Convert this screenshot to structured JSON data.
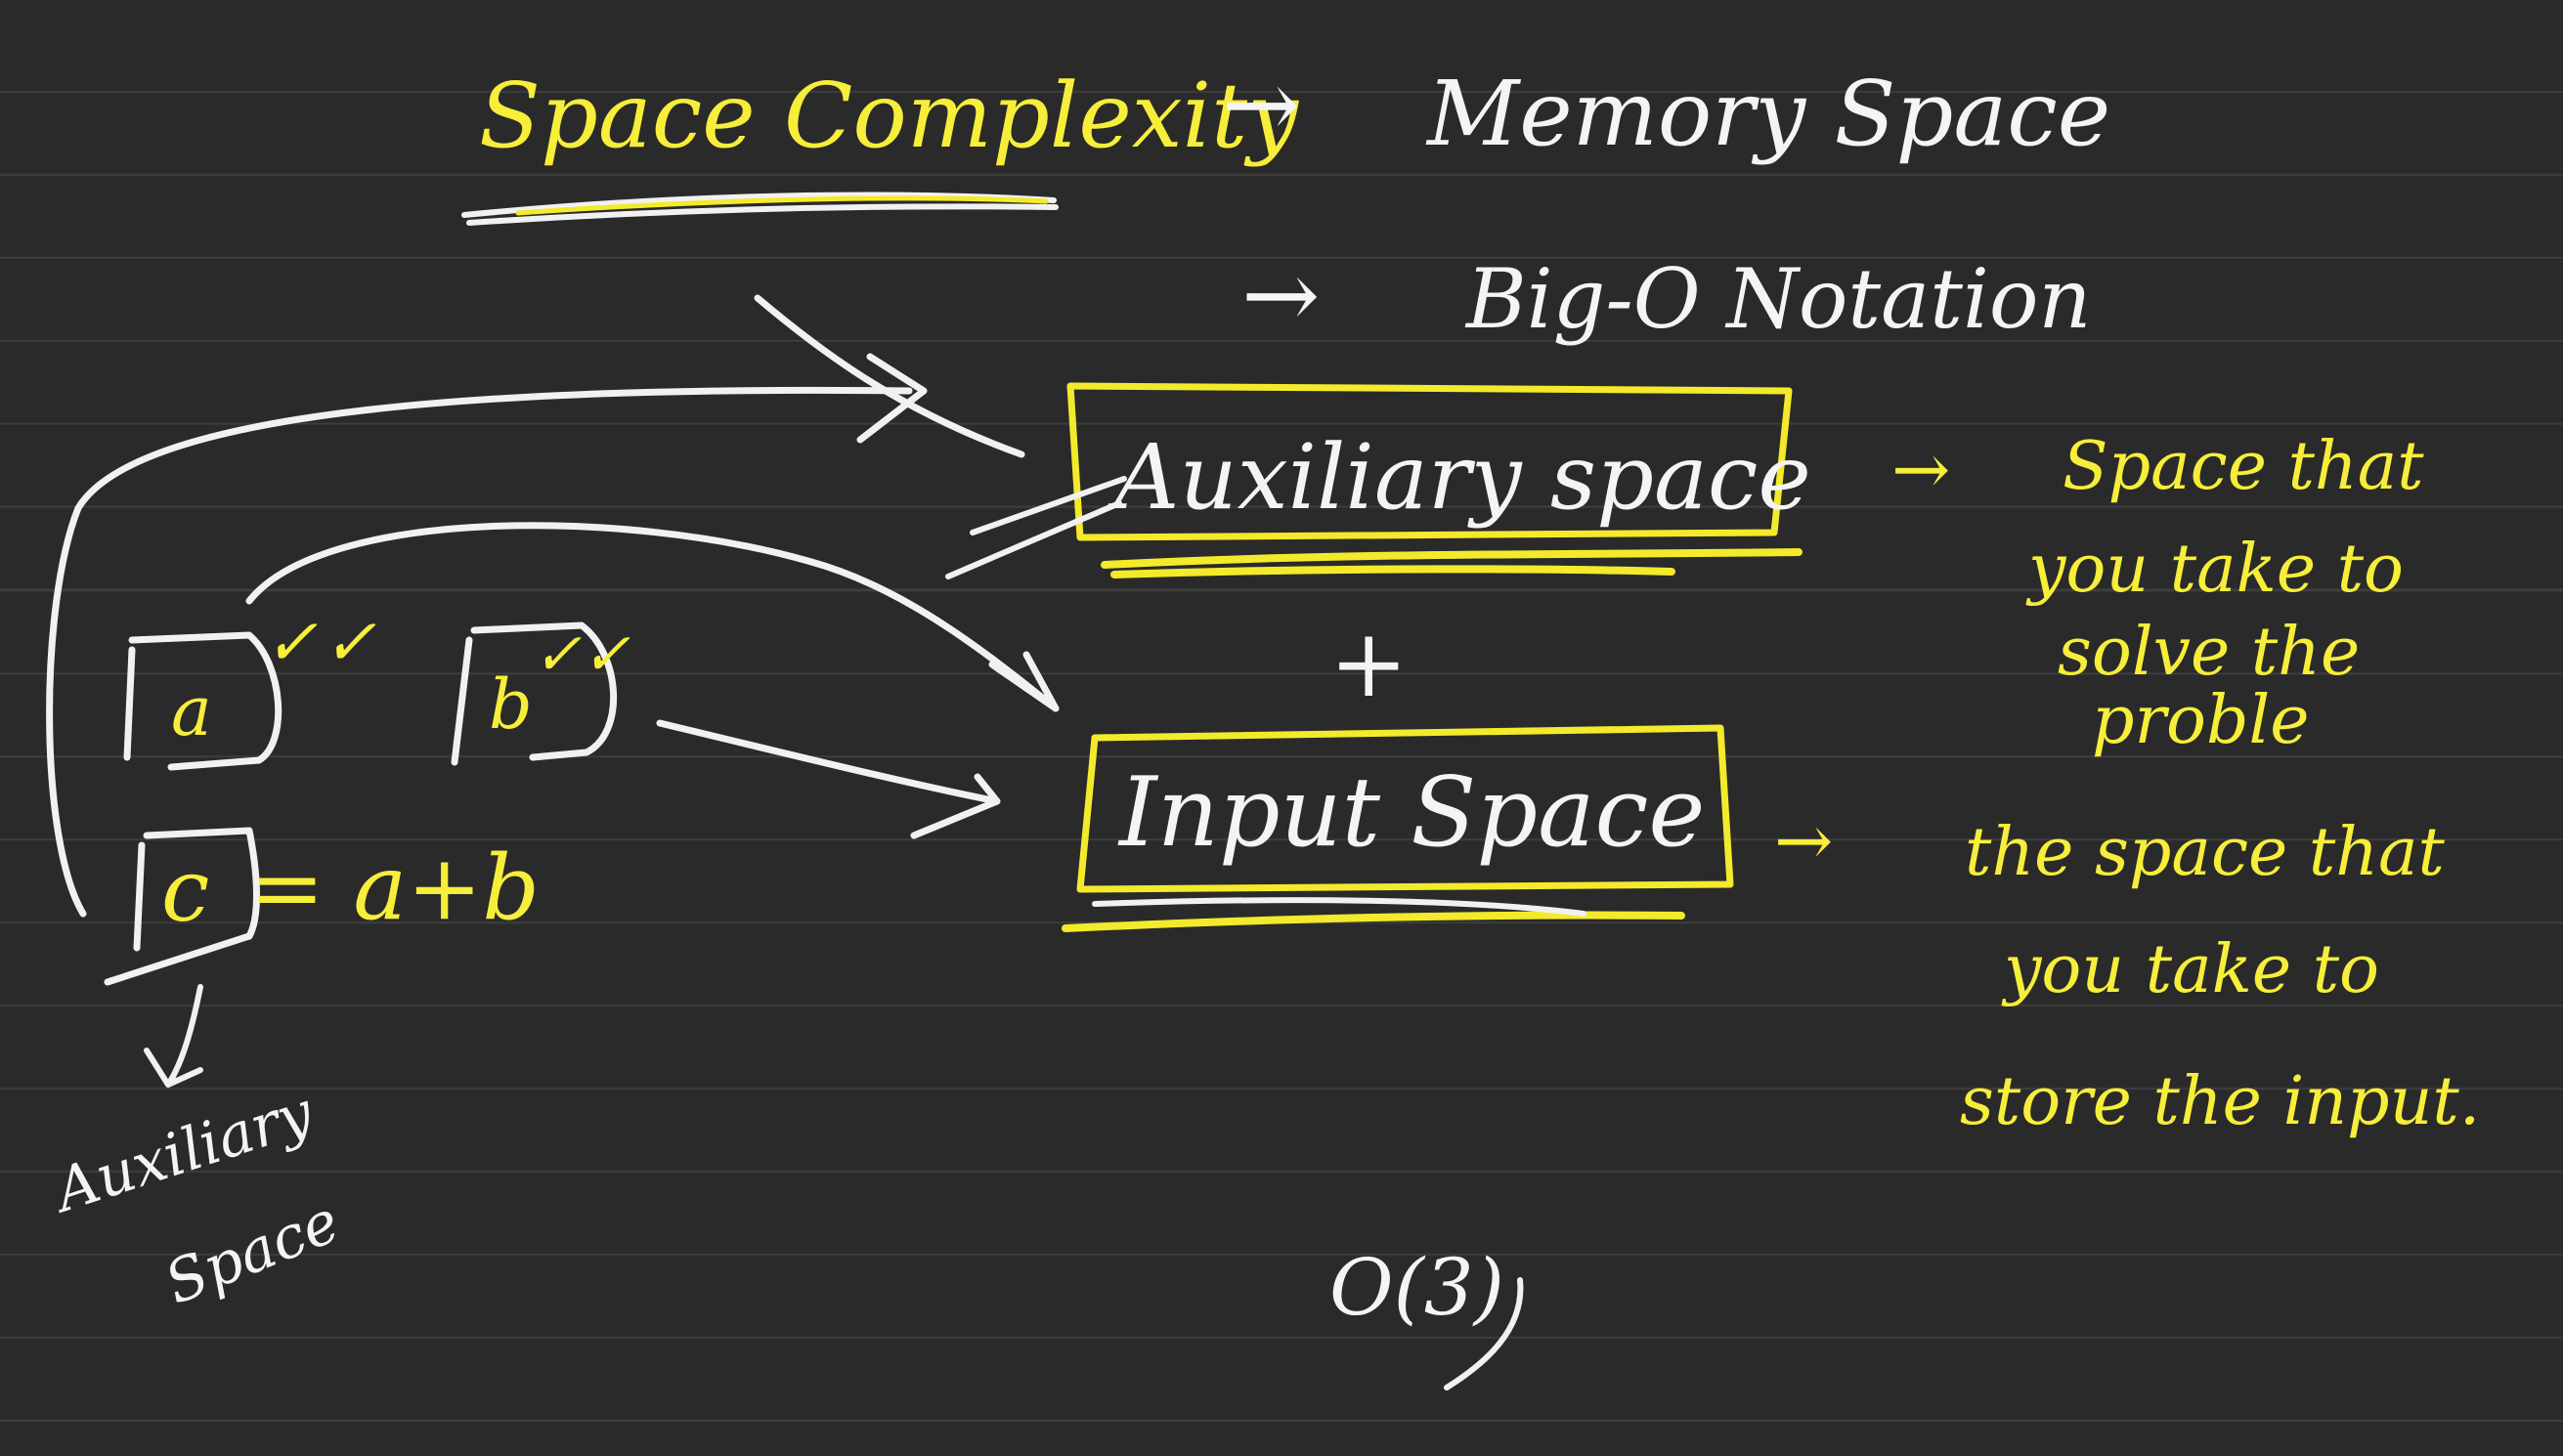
{
  "title": "Space Complexity",
  "items": [
    {
      "arrow": "→",
      "text": "Memory Space"
    },
    {
      "arrow": "→",
      "text": "Big-O Notation"
    }
  ],
  "formula": {
    "auxiliary": "Auxiliary space",
    "plus": "+",
    "input": "Input Space"
  },
  "definitions": {
    "auxiliary": [
      "Space that",
      "you take to",
      "solve the",
      "proble"
    ],
    "input": [
      "the space that",
      "you take to",
      "store the input."
    ]
  },
  "example": {
    "var_a": "a",
    "var_b": "b",
    "var_c": "c",
    "assignment": "= a+b",
    "tick": "✓",
    "c_label_line1": "Auxiliary",
    "c_label_line2": "Space"
  },
  "big_o": "O(3)",
  "colors": {
    "background": "#2a2a2a",
    "chalk_white": "#f4f4f4",
    "chalk_yellow": "#f6ee3a"
  }
}
